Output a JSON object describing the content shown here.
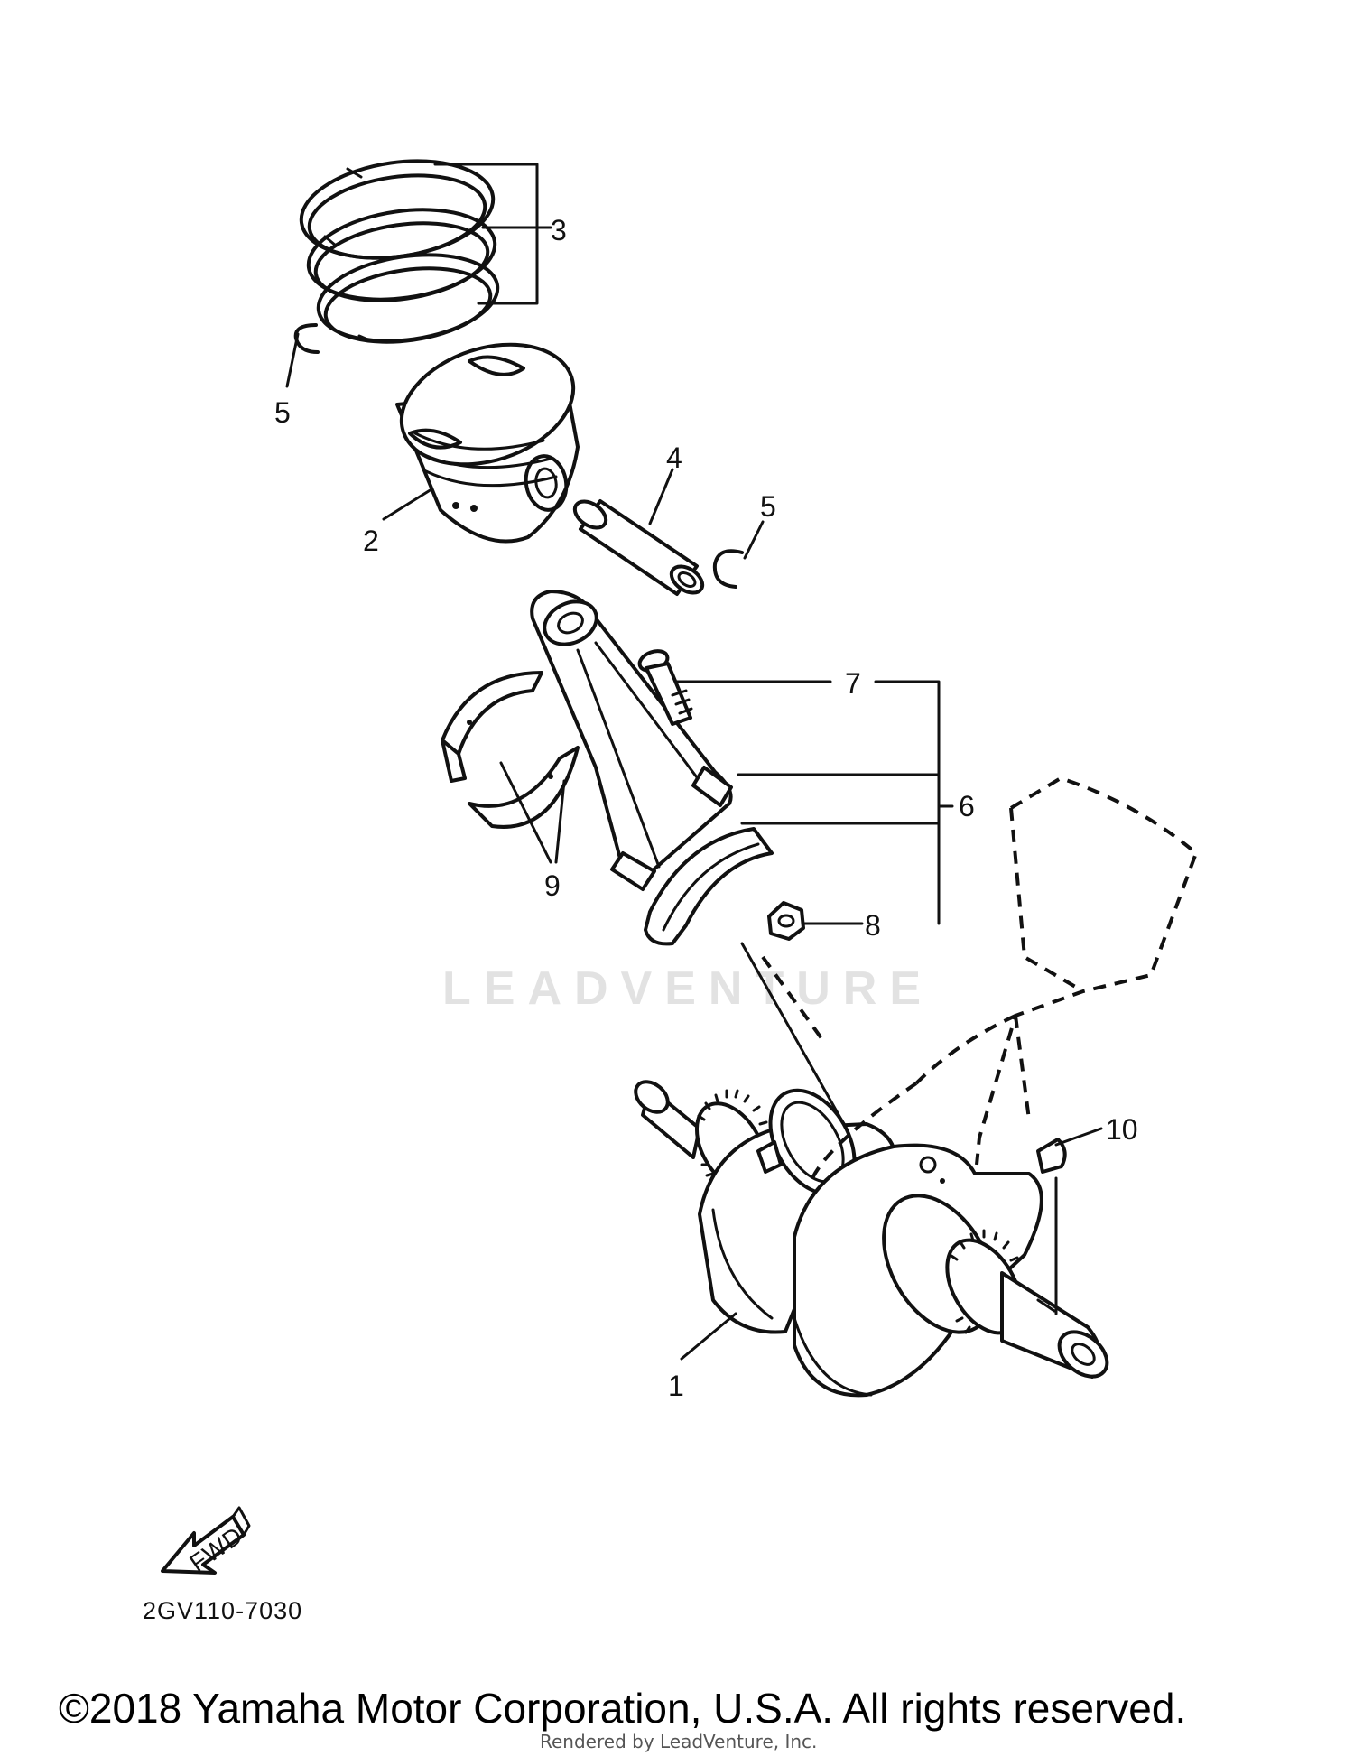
{
  "callouts": {
    "c1": "1",
    "c2": "2",
    "c3": "3",
    "c4": "4",
    "c5a": "5",
    "c5b": "5",
    "c6": "6",
    "c7": "7",
    "c8": "8",
    "c9": "9",
    "c10": "10"
  },
  "fwd_label": "FWD",
  "diagram_code": "2GV110-7030",
  "watermark": "LEADVENTURE",
  "copyright": "©2018 Yamaha Motor Corporation, U.S.A. All rights reserved.",
  "render_credit": "Rendered by LeadVenture, Inc."
}
